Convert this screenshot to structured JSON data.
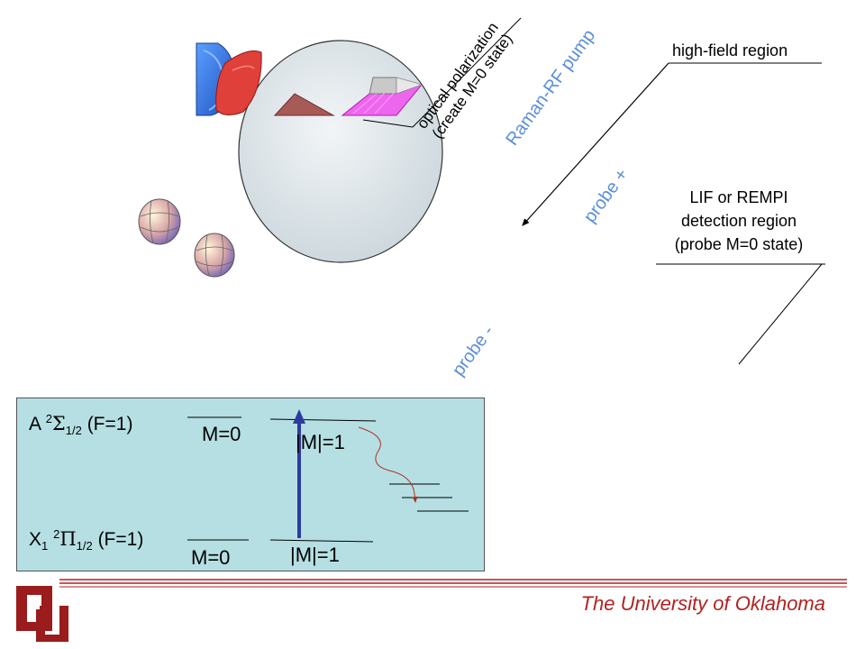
{
  "labels": {
    "high_field": "high-field region",
    "raman_rf": "Raman-RF pump",
    "probe_plus": "probe +",
    "probe_minus": "probe -",
    "optical_pol_line1": "optical polarization",
    "optical_pol_line2": "(create M=0 state)",
    "lif_line1": "LIF or REMPI",
    "lif_line2": "detection region",
    "lif_line3": "(probe M=0 state)"
  },
  "energy": {
    "upper_prefix": "A ",
    "upper_sup": "2",
    "upper_sym": "Σ",
    "upper_sub": "1/2",
    "upper_suffix": " (F=1)",
    "lower_prefix": "X",
    "lower_sub1": "1",
    "lower_sup": "2",
    "lower_sym": "Π",
    "lower_sub": "1/2",
    "lower_suffix": " (F=1)",
    "upper_m0": "M=0",
    "upper_m1": "|M|=1",
    "lower_m0": "M=0",
    "lower_m1": "|M|=1"
  },
  "footer": {
    "university": "The University of Oklahoma"
  },
  "colors": {
    "accent_blue": "#5b8fd9",
    "crimson": "#b22222",
    "panel": "#b5dfe3",
    "arrow": "#2d3aa0"
  }
}
